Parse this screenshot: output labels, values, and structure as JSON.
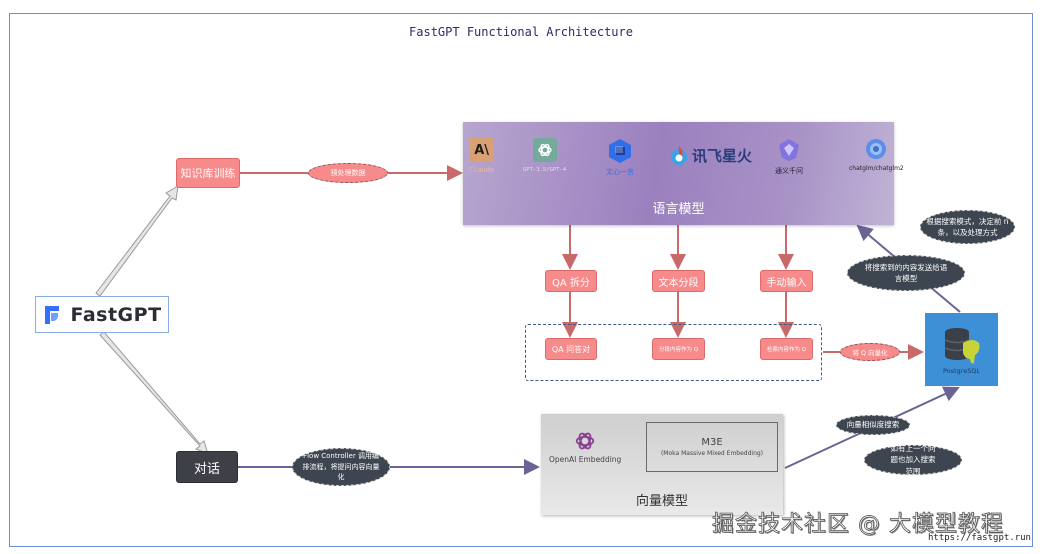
{
  "title": "FastGPT Functional Architecture",
  "brand": {
    "name": "FastGPT",
    "accent": "#3370ff"
  },
  "nodes": {
    "knowledge_training": "知识库训练",
    "preprocess": "预处理数据",
    "chat": "对话",
    "flow_controller": "Flow Controller 调用编排流程，将提问内容向量化",
    "qa_split": "QA 拆分",
    "text_segment": "文本分段",
    "manual_input": "手动输入",
    "qa_pairs": "QA 问答对",
    "segment_as_q": "分段内容作为 Q",
    "search_as_q": "检索内容作为 Q",
    "vectorize_q": "将 Q 向量化",
    "send_to_llm": "将搜索到的内容发送给语言模型",
    "search_mode": "根据搜索模式，决定前 n 条，以及处理方式",
    "similarity_search": "向量相似度搜索",
    "prev_question": "如有上一个问题也加入搜索范围"
  },
  "llm": {
    "label": "语言模型",
    "models": [
      {
        "name": "Claude",
        "icon": "anthropic-icon"
      },
      {
        "name": "GPT-3.5/GPT-4",
        "icon": "openai-icon"
      },
      {
        "name": "文心一言",
        "icon": "wenxin-icon"
      },
      {
        "name": "讯飞星火",
        "icon": "xunfei-icon"
      },
      {
        "name": "通义千问",
        "icon": "tongyi-icon"
      },
      {
        "name": "chatglm/chatglm2",
        "icon": "chatglm-icon"
      }
    ]
  },
  "database": {
    "name": "PostgreSQL"
  },
  "embedding": {
    "label": "向量模型",
    "openai": "OpenAI Embedding",
    "m3e_title": "M3E",
    "m3e_sub": "(Moka Massive Mixed Embedding)"
  },
  "watermark": {
    "text": "掘金技术社区 @ 大模型教程",
    "url": "https://fastgpt.run"
  }
}
